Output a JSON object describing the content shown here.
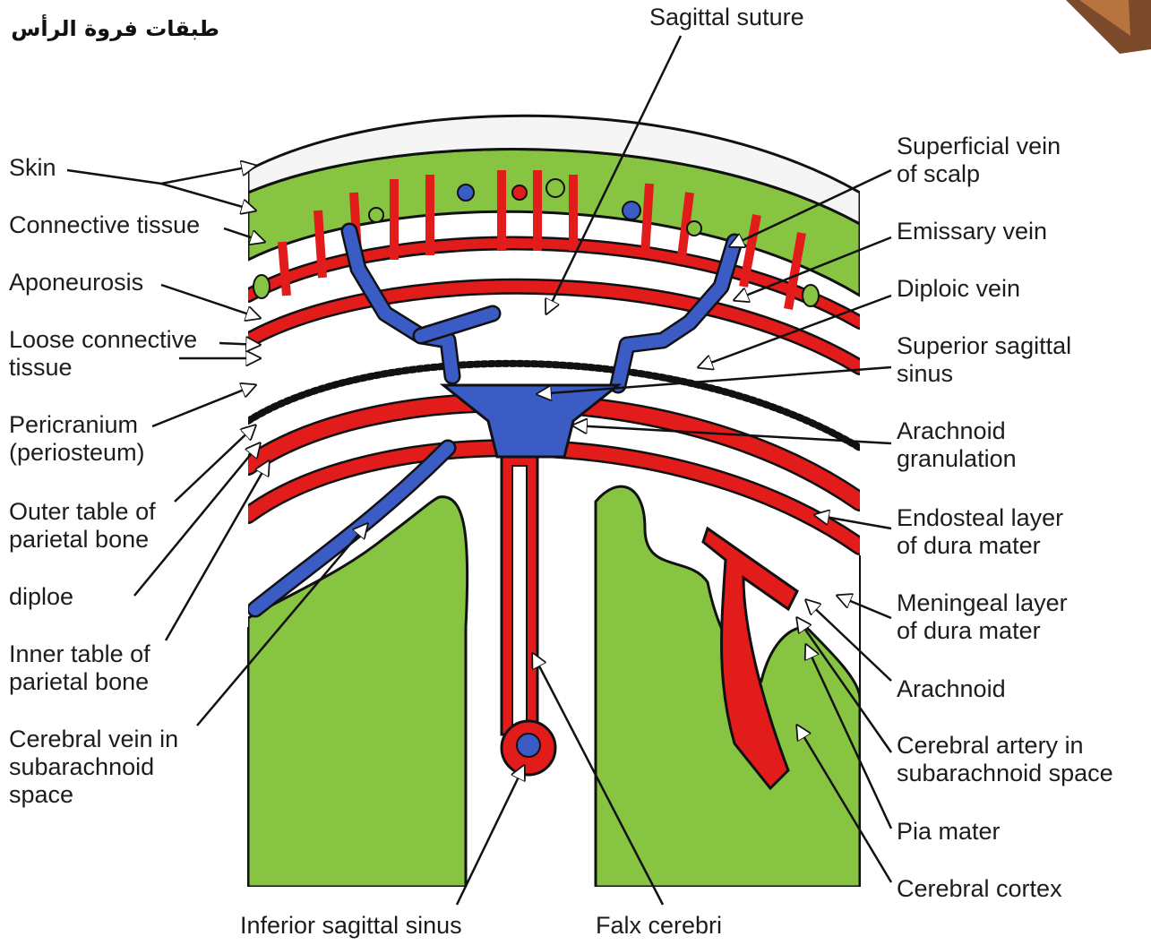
{
  "header": {
    "arabic_title": "طبقات فروة الرأس"
  },
  "labels": {
    "sagittal_suture": "Sagittal suture",
    "skin": "Skin",
    "connective_tissue": "Connective tissue",
    "aponeurosis": "Aponeurosis",
    "loose_connective": [
      "Loose connective",
      "tissue"
    ],
    "pericranium": [
      "Pericranium",
      "(periosteum)"
    ],
    "outer_table": [
      "Outer table of",
      "parietal bone"
    ],
    "diploe": "diploe",
    "inner_table": [
      "Inner table of",
      "parietal bone"
    ],
    "cerebral_vein": [
      "Cerebral vein in",
      "subarachnoid",
      "space"
    ],
    "superficial_vein": [
      "Superficial vein",
      "of scalp"
    ],
    "emissary_vein": "Emissary vein",
    "diploic_vein": "Diploic vein",
    "superior_sagittal_sinus": [
      "Superior sagittal",
      "sinus"
    ],
    "arachnoid_granulation": [
      "Arachnoid",
      "granulation"
    ],
    "endosteal_layer": [
      "Endosteal layer",
      "of dura mater"
    ],
    "meningeal_layer": [
      "Meningeal layer",
      "of dura mater"
    ],
    "arachnoid": "Arachnoid",
    "cerebral_artery": [
      "Cerebral artery in",
      "subarachnoid space"
    ],
    "pia_mater": "Pia mater",
    "cerebral_cortex": "Cerebral cortex",
    "inferior_sagittal_sinus": "Inferior sagittal sinus",
    "falx_cerebri": "Falx cerebri"
  },
  "colors": {
    "artery_red": "#e21b1b",
    "vein_blue": "#3a5cc4",
    "cortex_green": "#86c441",
    "outline": "#111111"
  }
}
